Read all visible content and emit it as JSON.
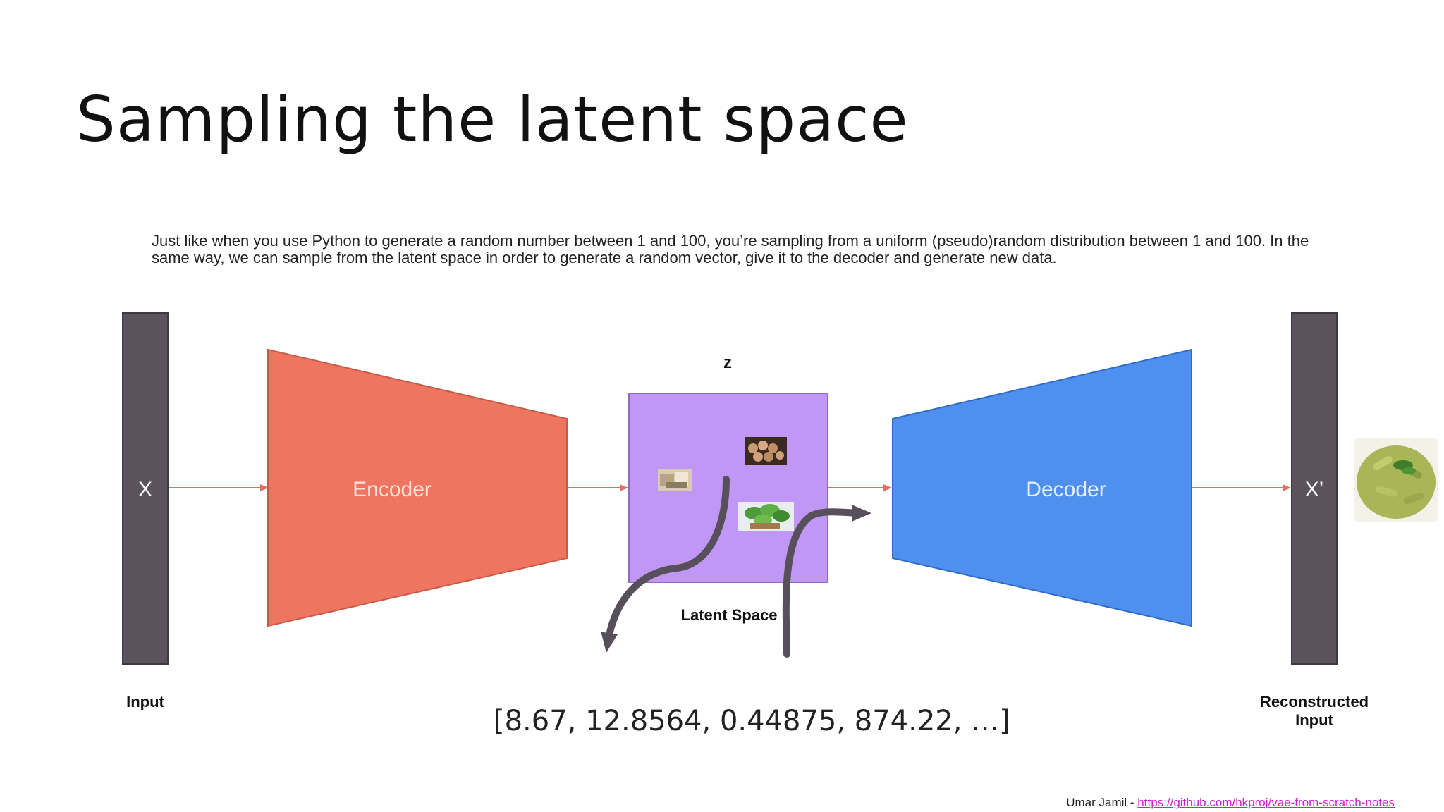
{
  "slide": {
    "title": "Sampling the latent space",
    "description": "Just like when you use Python to generate a random number between 1 and 100, you’re sampling from a uniform (pseudo)random distribution between 1 and 100. In the same way, we can sample from the latent space in order to generate a random vector, give it to the decoder and generate new data."
  },
  "diagram": {
    "input_bar_symbol": "X",
    "encoder_label": "Encoder",
    "z_label": "z",
    "latent_space_label": "Latent Space",
    "decoder_label": "Decoder",
    "output_bar_symbol": "X’",
    "input_label": "Input",
    "reconstructed_label_line1": "Reconstructed",
    "reconstructed_label_line2": "Input",
    "sampled_vector": "[8.67, 12.8564, 0.44875, 874.22, …]",
    "colors": {
      "bar": "#5a535e",
      "encoder": "#ee7560",
      "latent_box": "#c097f4",
      "decoder": "#4f8fee",
      "arrow": "#e07060",
      "curve": "#57505b"
    }
  },
  "footer": {
    "author": "Umar Jamil - ",
    "link_text": "https://github.com/hkproj/vae-from-scratch-notes"
  }
}
